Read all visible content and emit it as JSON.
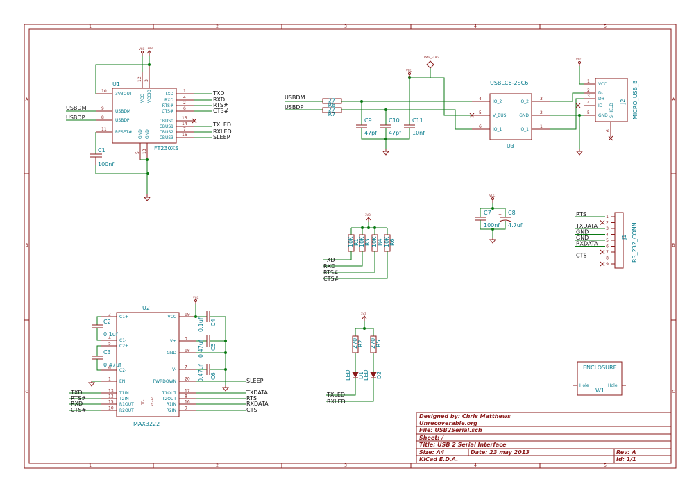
{
  "colors": {
    "wire": "#0b7a14",
    "component": "#8a1a1a",
    "text_ref": "#0a7c8c",
    "text_label": "#111111"
  },
  "frame": {
    "cols": [
      "1",
      "2",
      "3",
      "4",
      "5"
    ],
    "rows": [
      "A",
      "B",
      "C"
    ]
  },
  "u1": {
    "ref": "U1",
    "value": "FT230XS",
    "pins_left": [
      "3V3OUT",
      "USBDM",
      "USBDP",
      "RESET#"
    ],
    "pins_left_nums": [
      "10",
      "9",
      "8",
      "11"
    ],
    "pins_right": [
      "TXD",
      "RXD",
      "RTS#",
      "CTS#",
      "CBUS0",
      "CBUS1",
      "CBUS2",
      "CBUS3"
    ],
    "pins_right_nums": [
      "1",
      "4",
      "2",
      "6",
      "15",
      "14",
      "7",
      "16"
    ],
    "pins_top": [
      "VCC",
      "VCCIO"
    ],
    "pins_top_nums": [
      "12",
      "3"
    ],
    "pins_bottom": [
      "GND",
      "GND"
    ],
    "pins_bottom_nums": [
      "5",
      "13"
    ],
    "net_left": [
      "USBDM",
      "USBDP"
    ],
    "net_right": [
      "TXD",
      "RXD",
      "RTS#",
      "CTS#",
      "TXLED",
      "RXLED",
      "SLEEP"
    ],
    "power_vcc": "VCC",
    "power_3v3": "3V3"
  },
  "c1": {
    "ref": "C1",
    "value": "100nf"
  },
  "usb_in": {
    "nets": [
      "USBDM",
      "USBDP"
    ],
    "r7": {
      "ref": "R7",
      "value": "27"
    },
    "r8": {
      "ref": "R8",
      "value": "27"
    }
  },
  "caps_mid": [
    {
      "ref": "C9",
      "value": "47pf"
    },
    {
      "ref": "C10",
      "value": "47pf"
    },
    {
      "ref": "C11",
      "value": "10nf"
    }
  ],
  "pwr_flag": "PWR_FLAG",
  "vcc_label": "VCC",
  "u3": {
    "ref": "U3",
    "value": "USBLC6-2SC6",
    "pins_left": [
      "IO_2",
      "V_BUS",
      "IO_1"
    ],
    "pins_left_nums": [
      "4",
      "5",
      "6"
    ],
    "pins_right": [
      "IO_2",
      "GND",
      "IO_1"
    ],
    "pins_right_nums": [
      "3",
      "2",
      "1"
    ]
  },
  "j2": {
    "ref": "J2",
    "value": "MICRO_USB_B",
    "pins": [
      "VCC",
      "D-",
      "D+",
      "ID",
      "GND"
    ],
    "pin_nums": [
      "1",
      "2",
      "3",
      "4",
      "5"
    ],
    "shield": "SHIELD",
    "shield_num": "6"
  },
  "res_array": {
    "power": "3V3",
    "refs": [
      "R1",
      "R3",
      "R4",
      "R6"
    ],
    "values": [
      "10K",
      "10K",
      "10K",
      "10K"
    ],
    "nets": [
      "TXD",
      "RXD",
      "RTS#",
      "CTS#"
    ]
  },
  "c7c8": {
    "power": "VCC",
    "c7": {
      "ref": "C7",
      "value": "100nf"
    },
    "c8": {
      "ref": "C8",
      "value": "4.7uf"
    }
  },
  "j1": {
    "ref": "J1",
    "value": "RS_232_CONN",
    "nets": [
      "RTS",
      "",
      "TXDATA",
      "GND",
      "GND",
      "RXDATA",
      "",
      "CTS",
      ""
    ],
    "pin_nums": [
      "1",
      "2",
      "3",
      "4",
      "5",
      "6",
      "7",
      "8",
      "9"
    ]
  },
  "u2": {
    "ref": "U2",
    "value": "MAX3222",
    "pins_left": [
      "C1+",
      "C1-",
      "C2+",
      "C2-",
      "EN",
      "T1IN",
      "T2IN",
      "R1OUT",
      "R2OUT"
    ],
    "pins_left_nums": [
      "2",
      "4",
      "5",
      "6",
      "1",
      "13",
      "12",
      "15",
      "10"
    ],
    "pins_right": [
      "VCC",
      "V+",
      "GND",
      "V-",
      "PWRDOWN",
      "T1OUT",
      "T2OUT",
      "R1IN",
      "R2IN"
    ],
    "pins_right_nums": [
      "19",
      "3",
      "18",
      "7",
      "20",
      "17",
      "8",
      "16",
      "9"
    ],
    "ttl": "TTL",
    "rs232": "RS232",
    "nets_left": [
      "TXD",
      "RTS#",
      "RXD",
      "CTS#"
    ],
    "nets_right": [
      "TXDATA",
      "RTS",
      "RXDATA",
      "CTS"
    ],
    "sleep": "SLEEP",
    "power": "VCC"
  },
  "caps_u2": [
    {
      "ref": "C2",
      "value": "0.1uf"
    },
    {
      "ref": "C3",
      "value": "0.47uf"
    },
    {
      "ref": "C4",
      "value": "0.1uf"
    },
    {
      "ref": "C5",
      "value": "0.47uf"
    },
    {
      "ref": "C6",
      "value": "0.47uf"
    }
  ],
  "leds": {
    "power": "3V3",
    "r2": {
      "ref": "R2",
      "value": "270"
    },
    "r5": {
      "ref": "R5",
      "value": "270"
    },
    "d1": {
      "ref": "D1",
      "value": "LED"
    },
    "d2": {
      "ref": "D2",
      "value": "LED"
    },
    "nets": [
      "TXLED",
      "RXLED"
    ]
  },
  "enclosure": {
    "title": "ENCLOSURE",
    "hole_left": "Hole",
    "hole_right": "Hole",
    "ref": "W1"
  },
  "title_block": {
    "designed_by": "Designed by: Chris Matthews",
    "org": "Unrecoverable.org",
    "file": "File: USB2Serial.sch",
    "sheet": "Sheet: /",
    "title": "Title: USB 2 Serial Interface",
    "size": "Size: A4",
    "date": "Date: 23 may 2013",
    "rev": "Rev: A",
    "tool": "KiCad E.D.A.",
    "id": "Id: 1/1"
  }
}
